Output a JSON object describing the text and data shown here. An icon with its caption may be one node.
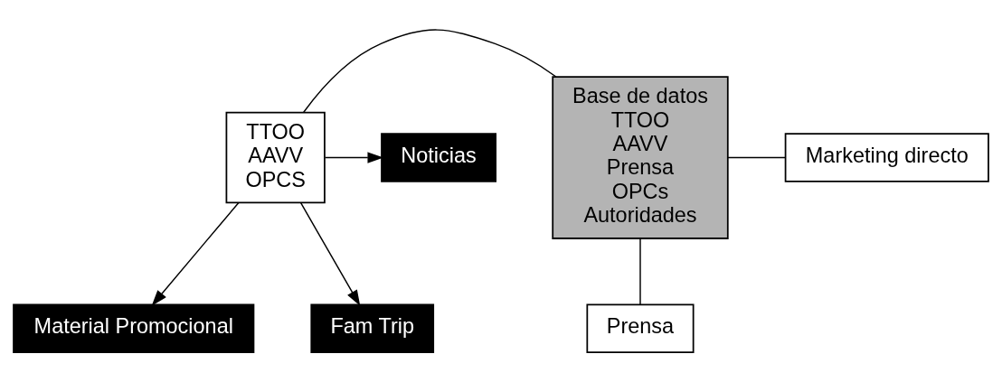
{
  "diagram": {
    "nodes": [
      {
        "text": [
          "Base de datos",
          "TTOO",
          "AAVV",
          "Prensa",
          "OPCs",
          "Autoridades"
        ]
      },
      {
        "text": [
          "TTOO",
          "AAVV",
          "OPCS"
        ]
      },
      {
        "text": [
          "Noticias"
        ]
      },
      {
        "text": [
          "Marketing directo"
        ]
      },
      {
        "text": [
          "Material Promocional"
        ]
      },
      {
        "text": [
          "Fam Trip"
        ]
      },
      {
        "text": [
          "Prensa"
        ]
      }
    ],
    "edges": [
      {
        "from": 1,
        "to": 0,
        "arrow": "none"
      },
      {
        "from": 0,
        "to": 3,
        "arrow": "none"
      },
      {
        "from": 0,
        "to": 6,
        "arrow": "none"
      },
      {
        "from": 1,
        "to": 2,
        "arrow": "to"
      },
      {
        "from": 1,
        "to": 4,
        "arrow": "to"
      },
      {
        "from": 1,
        "to": 5,
        "arrow": "to"
      }
    ]
  }
}
